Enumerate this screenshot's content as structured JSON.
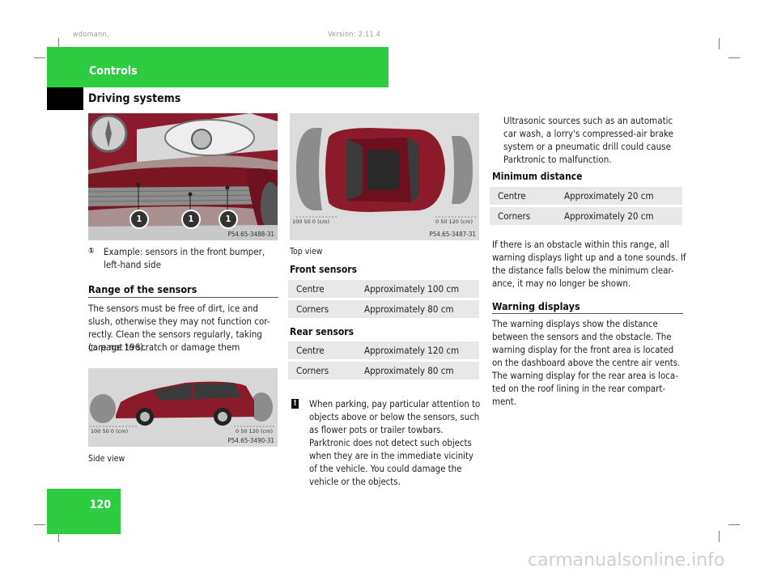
{
  "meta": {
    "left": "wdomann,",
    "right": "Version: 2.11.4"
  },
  "header": {
    "category": "Controls",
    "section": "Driving systems"
  },
  "page_number": "120",
  "col1": {
    "image1_code": "P54.65-3488-31",
    "callout_label": "1",
    "caption1": "Example: sensors in the front bumper, left-hand side",
    "range_heading": "Range of the sensors",
    "range_text": "The sensors must be free of dirt, ice and slush, otherwise they may not function cor-rectly. Clean the sensors regularly, taking care not to scratch or damage them",
    "page_ref": "(▷ page 196).",
    "image2_code": "P54.65-3490-31",
    "image2_scale_left": "100   50   0 (cm)",
    "image2_scale_right": "0   50  120 (cm)",
    "caption2": "Side view"
  },
  "col2": {
    "image_code": "P54.65-3487-31",
    "scale_left": "100   50   0 (cm)",
    "scale_right": "0   50  120 (cm)",
    "caption": "Top view",
    "front_heading": "Front sensors",
    "front_rows": [
      {
        "position": "Centre",
        "value": "Approximately 100 cm"
      },
      {
        "position": "Corners",
        "value": "Approximately 80 cm"
      }
    ],
    "rear_heading": "Rear sensors",
    "rear_rows": [
      {
        "position": "Centre",
        "value": "Approximately 120 cm"
      },
      {
        "position": "Corners",
        "value": "Approximately 80 cm"
      }
    ],
    "warning_symbol": "!",
    "warning_text": "When parking, pay particular attention to objects above or below the sensors, such as flower pots or trailer towbars. Parktronic does not detect such objects when they are in the immediate vicinity of the vehicle. You could damage the vehicle or the objects."
  },
  "col3": {
    "ultrasonic_text": "Ultrasonic sources such as an automatic car wash, a lorry's compressed-air brake system or a pneumatic drill could cause Parktronic to malfunction.",
    "min_heading": "Minimum distance",
    "min_rows": [
      {
        "position": "Centre",
        "value": "Approximately 20 cm"
      },
      {
        "position": "Corners",
        "value": "Approximately 20 cm"
      }
    ],
    "obstacle_text": "If there is an obstacle within this range, all warning displays light up and a tone sounds. If the distance falls below the minimum clear-ance, it may no longer be shown.",
    "warn_heading": "Warning displays",
    "warn_text": "The warning displays show the distance between the sensors and the obstacle. The warning display for the front area is located on the dashboard above the centre air vents. The warning display for the rear area is loca-ted on the roof lining in the rear compart-ment."
  },
  "footer": {
    "watermark": "carmanualsonline.info"
  },
  "colors": {
    "green": "#2ecc40",
    "sensor_zone": "#8c8c8c",
    "car_red": "#8b1a2b"
  }
}
